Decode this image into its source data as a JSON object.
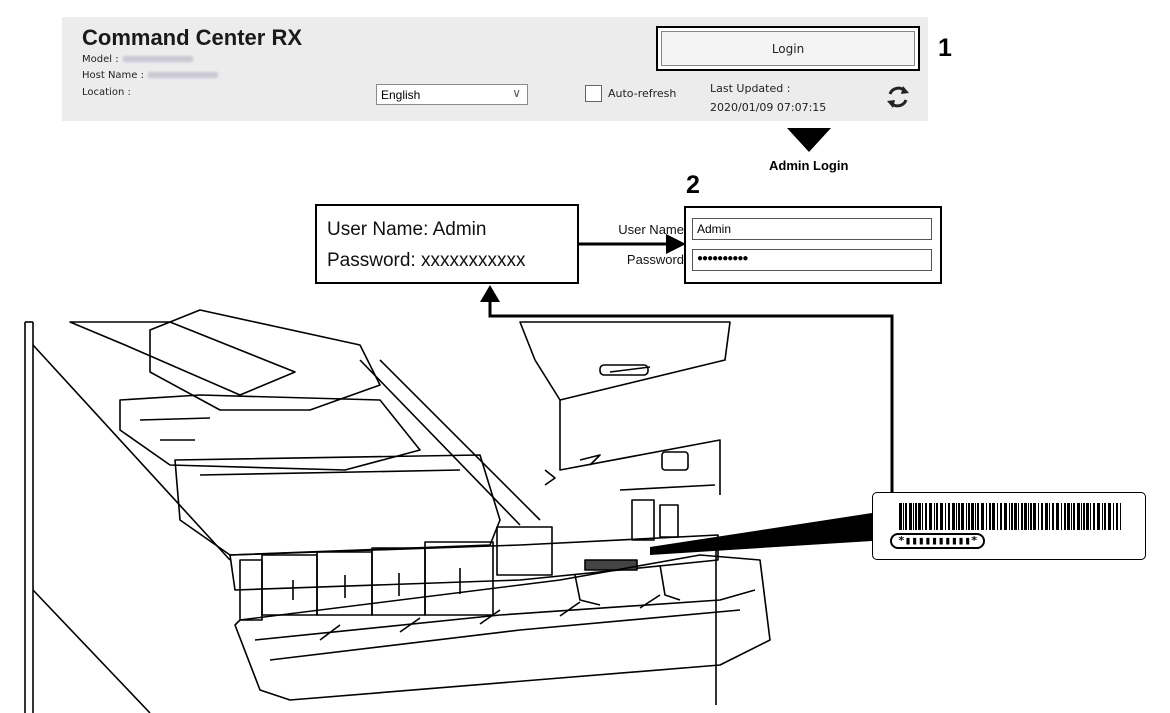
{
  "header": {
    "title": "Command Center RX",
    "model_label": "Model :",
    "host_label": "Host Name :",
    "location_label": "Location :",
    "language": "English",
    "auto_refresh_label": "Auto-refresh",
    "last_updated_label": "Last Updated :",
    "last_updated_value": "2020/01/09 07:07:15",
    "login_button": "Login"
  },
  "steps": {
    "one": "1",
    "two": "2"
  },
  "admin_login_label": "Admin Login",
  "credentials": {
    "user_line": "User Name: Admin",
    "password_line": "Password: xxxxxxxxxxx"
  },
  "login_form": {
    "user_label": "User Name",
    "password_label": "Password",
    "user_value": "Admin",
    "password_value": "●●●●●●●●●●"
  },
  "barcode": {
    "text": "*▮▮▮▮▮▮▮▮▮▮*"
  },
  "icons": [
    "refresh-icon",
    "chevron-down-icon",
    "checkbox-icon",
    "arrow-down-icon",
    "arrow-right-icon",
    "arrow-up-icon",
    "barcode-icon"
  ],
  "colors": {
    "header_bg": "#ececec",
    "line": "#000000"
  }
}
